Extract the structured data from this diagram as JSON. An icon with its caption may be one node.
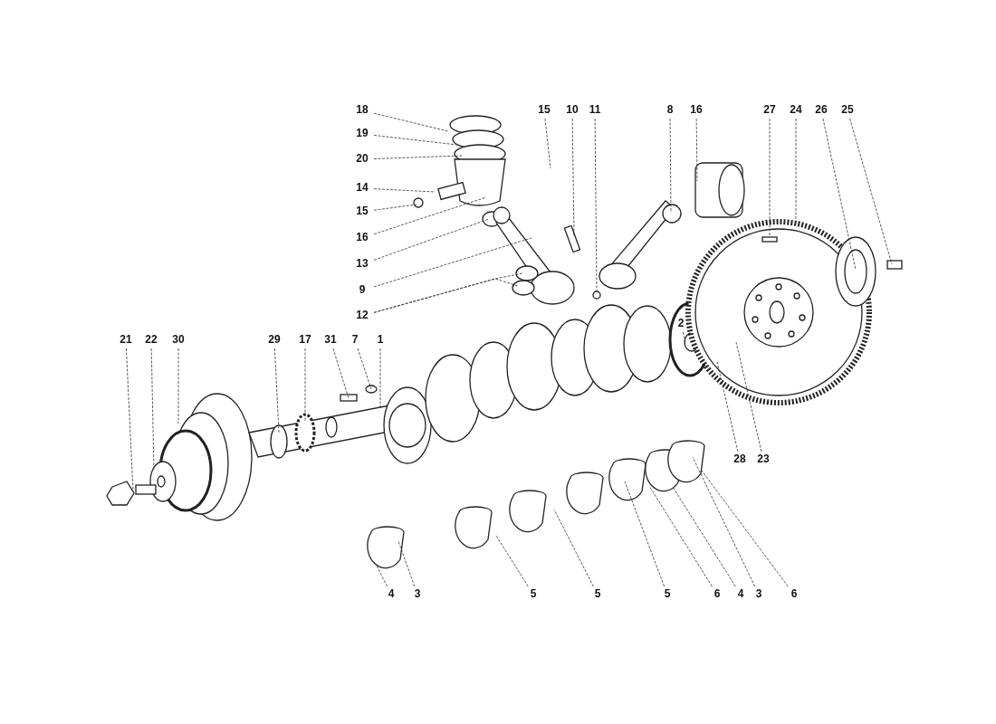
{
  "diagram": {
    "nodes": [
      {
        "text": [
          "18"
        ]
      },
      {
        "text": [
          "19"
        ]
      },
      {
        "text": [
          "20"
        ]
      },
      {
        "text": [
          "14"
        ]
      },
      {
        "text": [
          "15"
        ]
      },
      {
        "text": [
          "16"
        ]
      },
      {
        "text": [
          "13"
        ]
      },
      {
        "text": [
          "9"
        ]
      },
      {
        "text": [
          "12"
        ]
      },
      {
        "text": [
          "15"
        ]
      },
      {
        "text": [
          "10"
        ]
      },
      {
        "text": [
          "11"
        ]
      },
      {
        "text": [
          "8"
        ]
      },
      {
        "text": [
          "16"
        ]
      },
      {
        "text": [
          "27"
        ]
      },
      {
        "text": [
          "24"
        ]
      },
      {
        "text": [
          "26"
        ]
      },
      {
        "text": [
          "25"
        ]
      },
      {
        "text": [
          "2"
        ]
      },
      {
        "text": [
          "21"
        ]
      },
      {
        "text": [
          "22"
        ]
      },
      {
        "text": [
          "30"
        ]
      },
      {
        "text": [
          "29"
        ]
      },
      {
        "text": [
          "17"
        ]
      },
      {
        "text": [
          "31"
        ]
      },
      {
        "text": [
          "7"
        ]
      },
      {
        "text": [
          "1"
        ]
      },
      {
        "text": [
          "28"
        ]
      },
      {
        "text": [
          "23"
        ]
      },
      {
        "text": [
          "4"
        ]
      },
      {
        "text": [
          "3"
        ]
      },
      {
        "text": [
          "5"
        ]
      },
      {
        "text": [
          "5"
        ]
      },
      {
        "text": [
          "5"
        ]
      },
      {
        "text": [
          "6"
        ]
      },
      {
        "text": [
          "4"
        ]
      },
      {
        "text": [
          "3"
        ]
      },
      {
        "text": [
          "6"
        ]
      }
    ],
    "edges": [
      {
        "from": 0,
        "to": null,
        "arrow": "none"
      },
      {
        "from": 1,
        "to": null,
        "arrow": "none"
      },
      {
        "from": 2,
        "to": null,
        "arrow": "none"
      },
      {
        "from": 3,
        "to": null,
        "arrow": "none"
      },
      {
        "from": 4,
        "to": null,
        "arrow": "none"
      },
      {
        "from": 5,
        "to": null,
        "arrow": "none"
      },
      {
        "from": 6,
        "to": null,
        "arrow": "none"
      },
      {
        "from": 7,
        "to": null,
        "arrow": "none"
      },
      {
        "from": 8,
        "to": null,
        "arrow": "none"
      },
      {
        "from": 8,
        "to": null,
        "arrow": "none"
      },
      {
        "from": 9,
        "to": null,
        "arrow": "none"
      },
      {
        "from": 10,
        "to": null,
        "arrow": "none"
      },
      {
        "from": 11,
        "to": null,
        "arrow": "none"
      },
      {
        "from": 12,
        "to": null,
        "arrow": "none"
      },
      {
        "from": 13,
        "to": null,
        "arrow": "none"
      },
      {
        "from": 14,
        "to": null,
        "arrow": "none"
      },
      {
        "from": 15,
        "to": null,
        "arrow": "none"
      },
      {
        "from": 16,
        "to": null,
        "arrow": "none"
      },
      {
        "from": 17,
        "to": null,
        "arrow": "none"
      },
      {
        "from": 18,
        "to": null,
        "arrow": "none"
      },
      {
        "from": 19,
        "to": null,
        "arrow": "none"
      },
      {
        "from": 20,
        "to": null,
        "arrow": "none"
      },
      {
        "from": 21,
        "to": null,
        "arrow": "none"
      },
      {
        "from": 22,
        "to": null,
        "arrow": "none"
      },
      {
        "from": 23,
        "to": null,
        "arrow": "none"
      },
      {
        "from": 24,
        "to": null,
        "arrow": "none"
      },
      {
        "from": 25,
        "to": null,
        "arrow": "none"
      },
      {
        "from": 26,
        "to": null,
        "arrow": "none"
      },
      {
        "from": 27,
        "to": null,
        "arrow": "none"
      },
      {
        "from": 28,
        "to": null,
        "arrow": "none"
      },
      {
        "from": 29,
        "to": null,
        "arrow": "none"
      },
      {
        "from": 30,
        "to": null,
        "arrow": "none"
      },
      {
        "from": 31,
        "to": null,
        "arrow": "none"
      },
      {
        "from": 32,
        "to": null,
        "arrow": "none"
      },
      {
        "from": 33,
        "to": null,
        "arrow": "none"
      },
      {
        "from": 34,
        "to": null,
        "arrow": "none"
      },
      {
        "from": 35,
        "to": null,
        "arrow": "none"
      },
      {
        "from": 36,
        "to": null,
        "arrow": "none"
      },
      {
        "from": 37,
        "to": null,
        "arrow": "none"
      }
    ]
  }
}
